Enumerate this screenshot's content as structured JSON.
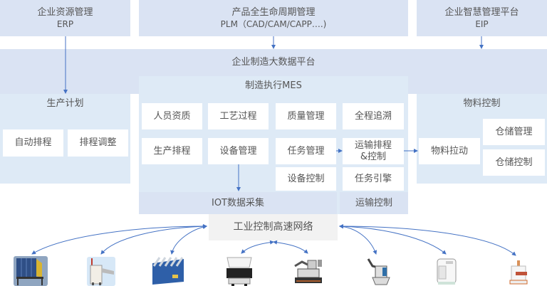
{
  "top_systems": {
    "erp": {
      "title": "企业资源管理",
      "subtitle": "ERP"
    },
    "plm": {
      "title": "产品全生命周期管理",
      "subtitle": "PLM（CAD/CAM/CAPP….)"
    },
    "eip": {
      "title": "企业智慧管理平台",
      "subtitle": "EIP"
    }
  },
  "big_data_platform": {
    "title": "企业制造大数据平台"
  },
  "production_plan": {
    "title": "生产计划",
    "items": [
      "自动排程",
      "排程调整"
    ]
  },
  "mes": {
    "title": "制造执行MES",
    "row1": [
      "人员资质",
      "工艺过程",
      "质量管理",
      "全程追溯"
    ],
    "row2": [
      "生产排程",
      "设备管理",
      "任务管理",
      "运输排程\n&控制"
    ],
    "row3": [
      "设备控制",
      "任务引擎"
    ],
    "iot": "IOT数据采集",
    "transport_control": "运输控制"
  },
  "material_control": {
    "title": "物料控制",
    "pull": "物料拉动",
    "items": [
      "仓储管理",
      "仓储控制"
    ]
  },
  "network": {
    "title": "工业控制高速网络"
  },
  "devices": [
    {
      "name": "vertical-storage-rack"
    },
    {
      "name": "smt-loader-machine"
    },
    {
      "name": "roller-conveyor"
    },
    {
      "name": "agv-with-bin"
    },
    {
      "name": "mobile-manipulator-robot"
    },
    {
      "name": "mobile-robot-arm"
    },
    {
      "name": "enclosed-amr"
    },
    {
      "name": "lab-transfer-robot"
    }
  ],
  "colors": {
    "arrow": "#4472c4",
    "panel_dark": "#dae3f3",
    "panel_light": "#deeaf6",
    "network_bg": "#f2f2f2"
  }
}
